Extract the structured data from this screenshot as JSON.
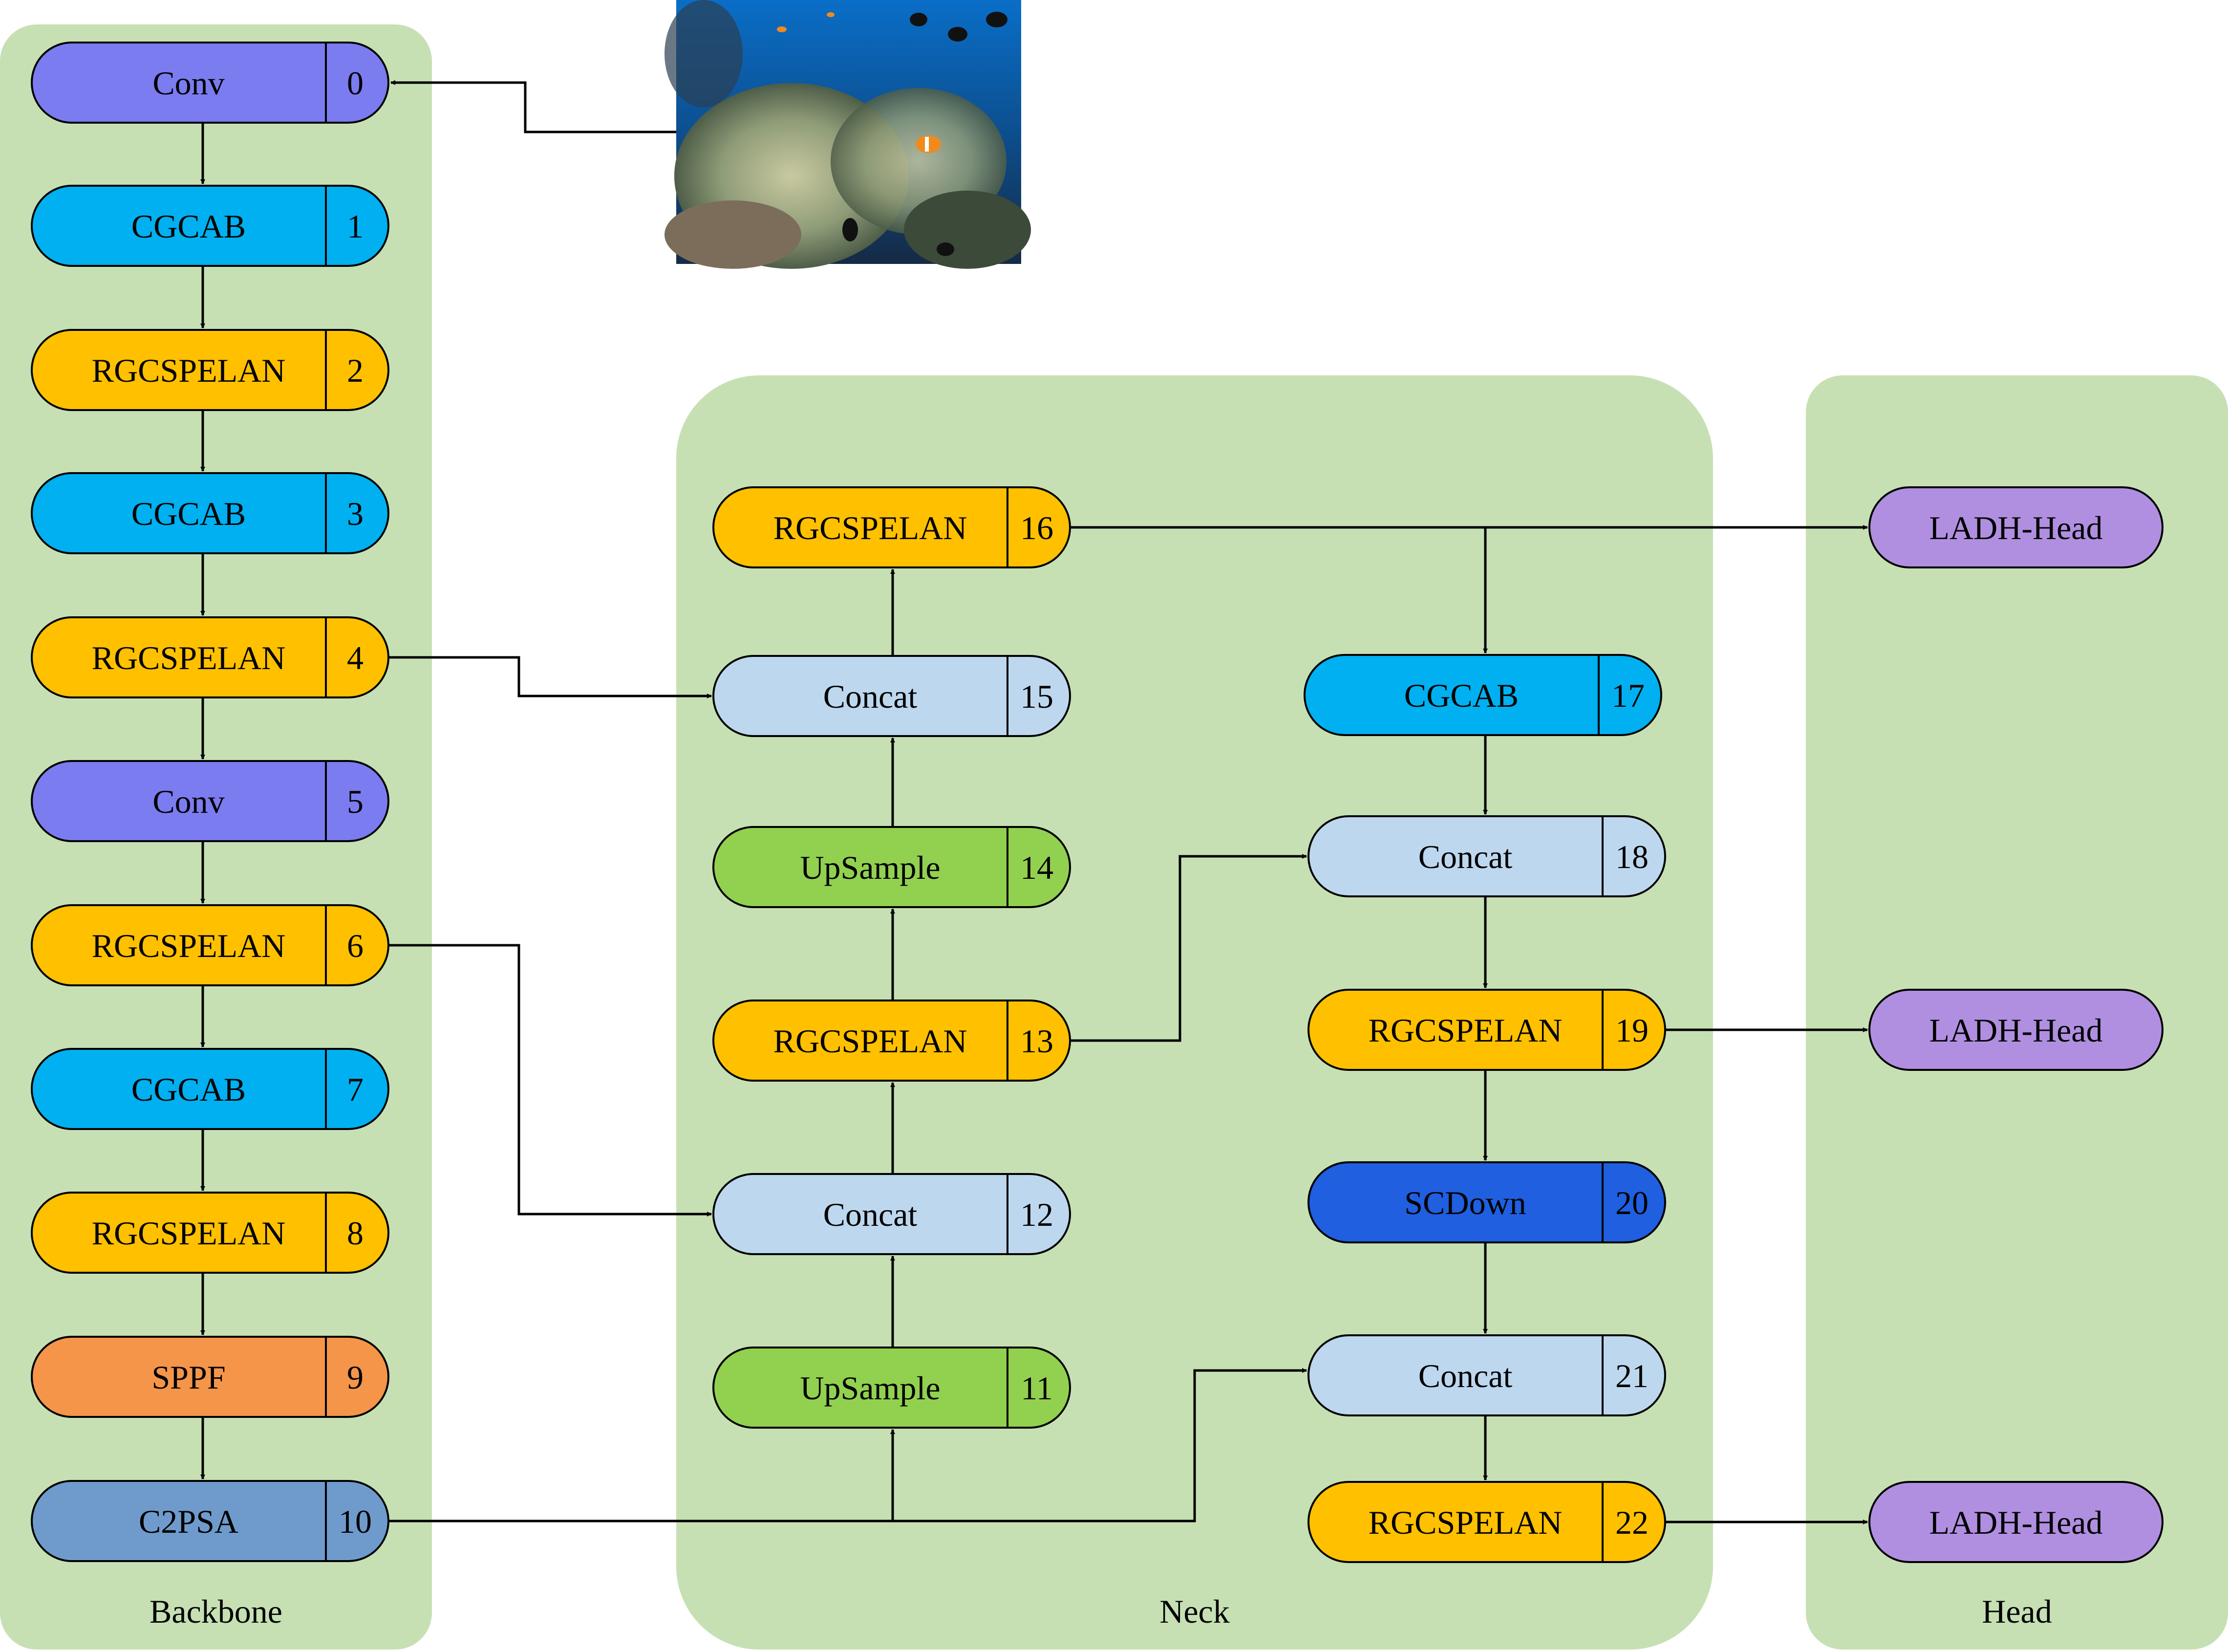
{
  "colors": {
    "panel": "#c6e0b4",
    "conv": "#7b7cf0",
    "cgcab": "#00b0f0",
    "rgcspelan": "#ffc000",
    "concat": "#bdd7ee",
    "upsample": "#92d050",
    "sppf": "#f4954a",
    "c2psa": "#6f9bcc",
    "scdown": "#1f5fe0",
    "head": "#b08fe0",
    "stroke": "#000000"
  },
  "panels": {
    "backbone": "Backbone",
    "neck": "Neck",
    "head": "Head"
  },
  "nodes": [
    {
      "id": "0",
      "label": "Conv",
      "index": "0",
      "color": "conv"
    },
    {
      "id": "1",
      "label": "CGCAB",
      "index": "1",
      "color": "cgcab"
    },
    {
      "id": "2",
      "label": "RGCSPELAN",
      "index": "2",
      "color": "rgcspelan"
    },
    {
      "id": "3",
      "label": "CGCAB",
      "index": "3",
      "color": "cgcab"
    },
    {
      "id": "4",
      "label": "RGCSPELAN",
      "index": "4",
      "color": "rgcspelan"
    },
    {
      "id": "5",
      "label": "Conv",
      "index": "5",
      "color": "conv"
    },
    {
      "id": "6",
      "label": "RGCSPELAN",
      "index": "6",
      "color": "rgcspelan"
    },
    {
      "id": "7",
      "label": "CGCAB",
      "index": "7",
      "color": "cgcab"
    },
    {
      "id": "8",
      "label": "RGCSPELAN",
      "index": "8",
      "color": "rgcspelan"
    },
    {
      "id": "9",
      "label": "SPPF",
      "index": "9",
      "color": "sppf"
    },
    {
      "id": "10",
      "label": "C2PSA",
      "index": "10",
      "color": "c2psa"
    },
    {
      "id": "11",
      "label": "UpSample",
      "index": "11",
      "color": "upsample"
    },
    {
      "id": "12",
      "label": "Concat",
      "index": "12",
      "color": "concat"
    },
    {
      "id": "13",
      "label": "RGCSPELAN",
      "index": "13",
      "color": "rgcspelan"
    },
    {
      "id": "14",
      "label": "UpSample",
      "index": "14",
      "color": "upsample"
    },
    {
      "id": "15",
      "label": "Concat",
      "index": "15",
      "color": "concat"
    },
    {
      "id": "16",
      "label": "RGCSPELAN",
      "index": "16",
      "color": "rgcspelan"
    },
    {
      "id": "17",
      "label": "CGCAB",
      "index": "17",
      "color": "cgcab"
    },
    {
      "id": "18",
      "label": "Concat",
      "index": "18",
      "color": "concat"
    },
    {
      "id": "19",
      "label": "RGCSPELAN",
      "index": "19",
      "color": "rgcspelan"
    },
    {
      "id": "20",
      "label": "SCDown",
      "index": "20",
      "color": "scdown"
    },
    {
      "id": "21",
      "label": "Concat",
      "index": "21",
      "color": "concat"
    },
    {
      "id": "22",
      "label": "RGCSPELAN",
      "index": "22",
      "color": "rgcspelan"
    }
  ],
  "heads": [
    {
      "id": "h1",
      "label": "LADH-Head"
    },
    {
      "id": "h2",
      "label": "LADH-Head"
    },
    {
      "id": "h3",
      "label": "LADH-Head"
    }
  ],
  "input_image": "underwater-coral-photo"
}
